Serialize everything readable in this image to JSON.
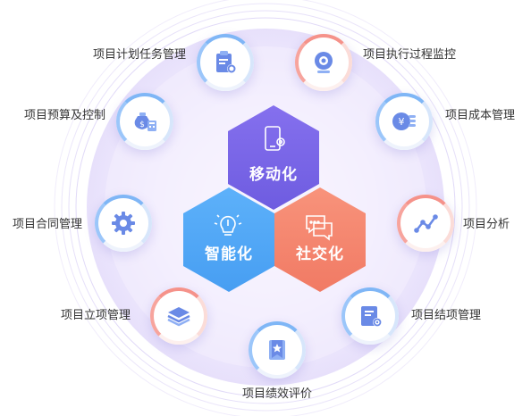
{
  "center": {
    "top": "移动化",
    "left": "智能化",
    "right": "社交化"
  },
  "modules": [
    {
      "label": "项目计划任务管理",
      "icon": "clipboard-gear-icon"
    },
    {
      "label": "项目执行过程监控",
      "icon": "webcam-icon"
    },
    {
      "label": "项目预算及控制",
      "icon": "money-bag-calculator-icon"
    },
    {
      "label": "项目成本管理",
      "icon": "yen-coins-icon"
    },
    {
      "label": "项目合同管理",
      "icon": "gear-icon"
    },
    {
      "label": "项目分析",
      "icon": "line-chart-icon"
    },
    {
      "label": "项目立项管理",
      "icon": "layers-icon"
    },
    {
      "label": "项目结项管理",
      "icon": "document-check-icon"
    },
    {
      "label": "项目绩效评价",
      "icon": "bookmark-star-icon"
    }
  ],
  "colors": {
    "hex_top": "#7a66e6",
    "hex_left": "#4fa9f7",
    "hex_right": "#f5866f",
    "icon_blue": "#6a8ae6",
    "ring_blue": "#7fb6f6",
    "ring_red": "#f5928a"
  }
}
